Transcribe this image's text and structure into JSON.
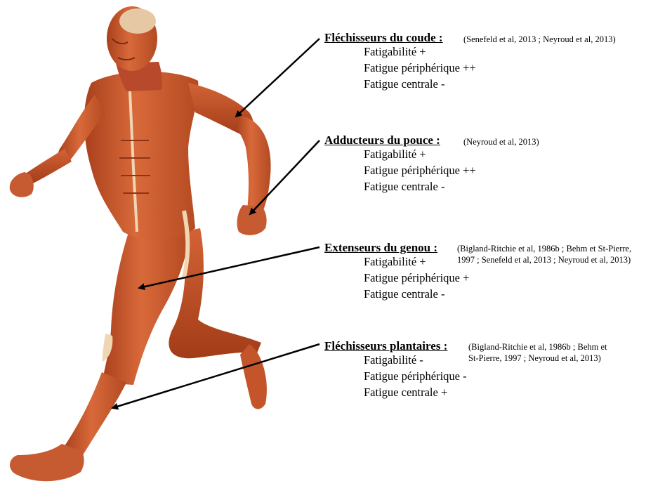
{
  "muscles": [
    {
      "heading": "Fléchisseurs du coude :",
      "reference": "(Senefeld et al, 2013 ; Neyroud et al, 2013)",
      "reference_lines": [],
      "lines": [
        "Fatigabilité +",
        "Fatigue périphérique ++",
        "Fatigue centrale -"
      ]
    },
    {
      "heading": "Adducteurs du pouce :",
      "reference": "(Neyroud et al, 2013)",
      "reference_lines": [],
      "lines": [
        "Fatigabilité +",
        "Fatigue périphérique ++",
        "Fatigue centrale -"
      ]
    },
    {
      "heading": "Extenseurs du genou :",
      "reference": "",
      "reference_lines": [
        "(Bigland-Ritchie et al, 1986b ; Behm et St-Pierre,",
        "1997 ; Senefeld et al, 2013 ; Neyroud et al, 2013)"
      ],
      "lines": [
        "Fatigabilité +",
        "Fatigue périphérique +",
        "Fatigue centrale -"
      ]
    },
    {
      "heading": "Fléchisseurs plantaires :",
      "reference": "",
      "reference_lines": [
        "(Bigland-Ritchie et al, 1986b ; Behm et",
        "St-Pierre, 1997 ; Neyroud et al, 2013)"
      ],
      "lines": [
        "Fatigabilité -",
        "Fatigue périphérique -",
        "Fatigue centrale +"
      ]
    }
  ],
  "colors": {
    "muscle": "#c9592e",
    "muscle_dark": "#8e3416",
    "muscle_light": "#e08456",
    "tendon": "#efd7b3",
    "arrow": "#000000"
  }
}
